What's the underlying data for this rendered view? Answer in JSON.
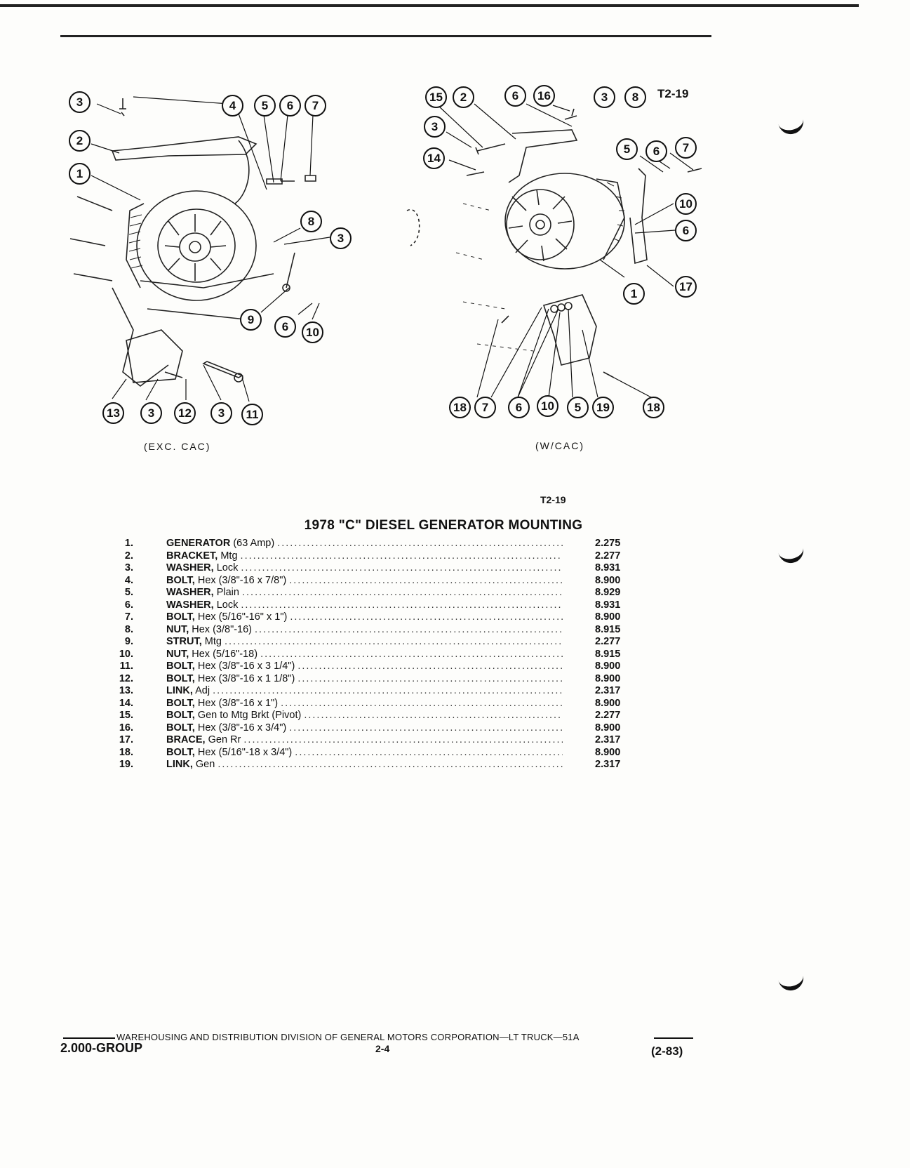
{
  "figure": {
    "id_top": "T2-19",
    "id_below": "T2-19",
    "left_caption": "(EXC. CAC)",
    "right_caption": "(W/CAC)",
    "left_callouts": [
      "3",
      "4",
      "5",
      "6",
      "7",
      "2",
      "1",
      "8",
      "3",
      "9",
      "6",
      "10",
      "13",
      "3",
      "12",
      "3",
      "11"
    ],
    "right_callouts": [
      "15",
      "2",
      "6",
      "16",
      "3",
      "8",
      "3",
      "14",
      "5",
      "6",
      "7",
      "10",
      "6",
      "1",
      "17",
      "18",
      "7",
      "6",
      "10",
      "5",
      "19",
      "18"
    ]
  },
  "parts_list": {
    "title": "1978 \"C\" DIESEL GENERATOR MOUNTING",
    "items": [
      {
        "num": "1.",
        "name": "GENERATOR",
        "spec": "(63 Amp)",
        "code": "2.275"
      },
      {
        "num": "2.",
        "name": "BRACKET,",
        "spec": "Mtg",
        "code": "2.277"
      },
      {
        "num": "3.",
        "name": "WASHER,",
        "spec": "Lock",
        "code": "8.931"
      },
      {
        "num": "4.",
        "name": "BOLT,",
        "spec": "Hex (3/8\"-16 x 7/8\")",
        "code": "8.900"
      },
      {
        "num": "5.",
        "name": "WASHER,",
        "spec": "Plain",
        "code": "8.929"
      },
      {
        "num": "6.",
        "name": "WASHER,",
        "spec": "Lock",
        "code": "8.931"
      },
      {
        "num": "7.",
        "name": "BOLT,",
        "spec": "Hex (5/16\"-16\" x 1\")",
        "code": "8.900"
      },
      {
        "num": "8.",
        "name": "NUT,",
        "spec": "Hex (3/8\"-16)",
        "code": "8.915"
      },
      {
        "num": "9.",
        "name": "STRUT,",
        "spec": "Mtg",
        "code": "2.277"
      },
      {
        "num": "10.",
        "name": "NUT,",
        "spec": "Hex (5/16\"-18)",
        "code": "8.915"
      },
      {
        "num": "11.",
        "name": "BOLT,",
        "spec": "Hex (3/8\"-16 x 3 1/4\")",
        "code": "8.900"
      },
      {
        "num": "12.",
        "name": "BOLT,",
        "spec": "Hex (3/8\"-16 x 1 1/8\")",
        "code": "8.900"
      },
      {
        "num": "13.",
        "name": "LINK,",
        "spec": "Adj",
        "code": "2.317"
      },
      {
        "num": "14.",
        "name": "BOLT,",
        "spec": "Hex (3/8\"-16 x 1\")",
        "code": "8.900"
      },
      {
        "num": "15.",
        "name": "BOLT,",
        "spec": "Gen to Mtg Brkt (Pivot)",
        "code": "2.277"
      },
      {
        "num": "16.",
        "name": "BOLT,",
        "spec": "Hex (3/8\"-16 x 3/4\")",
        "code": "8.900"
      },
      {
        "num": "17.",
        "name": "BRACE,",
        "spec": "Gen Rr",
        "code": "2.317"
      },
      {
        "num": "18.",
        "name": "BOLT,",
        "spec": "Hex (5/16\"-18 x 3/4\")",
        "code": "8.900"
      },
      {
        "num": "19.",
        "name": "LINK,",
        "spec": "Gen",
        "code": "2.317"
      }
    ]
  },
  "footer": {
    "division": "WAREHOUSING AND DISTRIBUTION  DIVISION OF GENERAL MOTORS CORPORATION—LT TRUCK—51A",
    "group": "2.000-GROUP",
    "page": "2-4",
    "date": "(2-83)"
  }
}
